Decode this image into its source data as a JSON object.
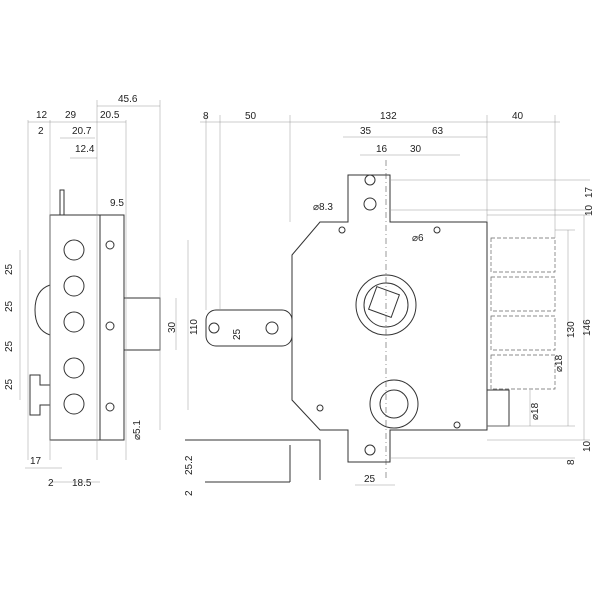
{
  "side_view": {
    "top": [
      "12",
      "29",
      "20.5",
      "45.6"
    ],
    "sub": [
      "2",
      "20.7",
      "12.4",
      "9.5"
    ],
    "left": [
      "25",
      "25",
      "25",
      "25"
    ],
    "right": [
      "110",
      "30",
      "⌀5.1"
    ],
    "bottom": [
      "17",
      "2",
      "18.5"
    ]
  },
  "front_view": {
    "top": [
      "8",
      "50",
      "132",
      "40"
    ],
    "sub": [
      "35",
      "63",
      "16",
      "30"
    ],
    "holes": [
      "⌀8.3",
      "⌀6"
    ],
    "bolt": "25",
    "right": [
      "17",
      "10",
      "146",
      "130",
      "⌀18",
      "⌀18",
      "10",
      "8"
    ],
    "bottom": "25",
    "strike": [
      "25.2",
      "2"
    ]
  }
}
